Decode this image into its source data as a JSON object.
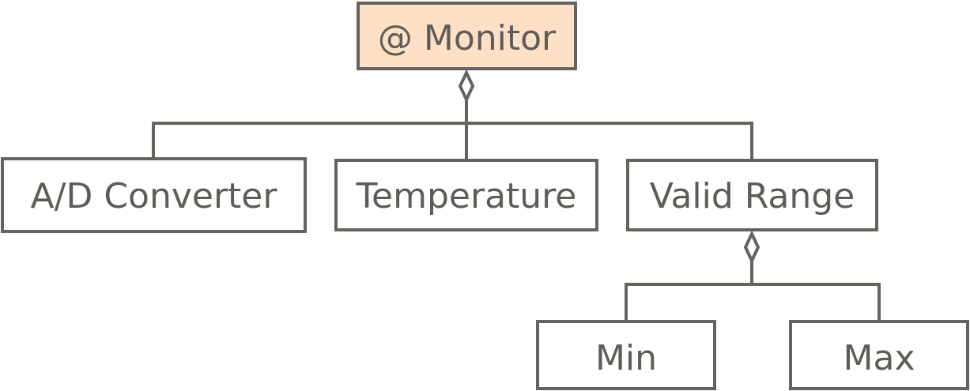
{
  "colors": {
    "root_fill": "#fde0c6",
    "node_fill": "#ffffff",
    "stroke": "#66635e",
    "text": "#5f5c57"
  },
  "nodes": {
    "monitor": {
      "label": "@ Monitor"
    },
    "ad_converter": {
      "label": "A/D Converter"
    },
    "temperature": {
      "label": "Temperature"
    },
    "valid_range": {
      "label": "Valid Range"
    },
    "min": {
      "label": "Min"
    },
    "max": {
      "label": "Max"
    }
  },
  "relations": [
    {
      "type": "aggregation",
      "whole": "monitor",
      "parts": [
        "ad_converter",
        "temperature",
        "valid_range"
      ]
    },
    {
      "type": "aggregation",
      "whole": "valid_range",
      "parts": [
        "min",
        "max"
      ]
    }
  ]
}
